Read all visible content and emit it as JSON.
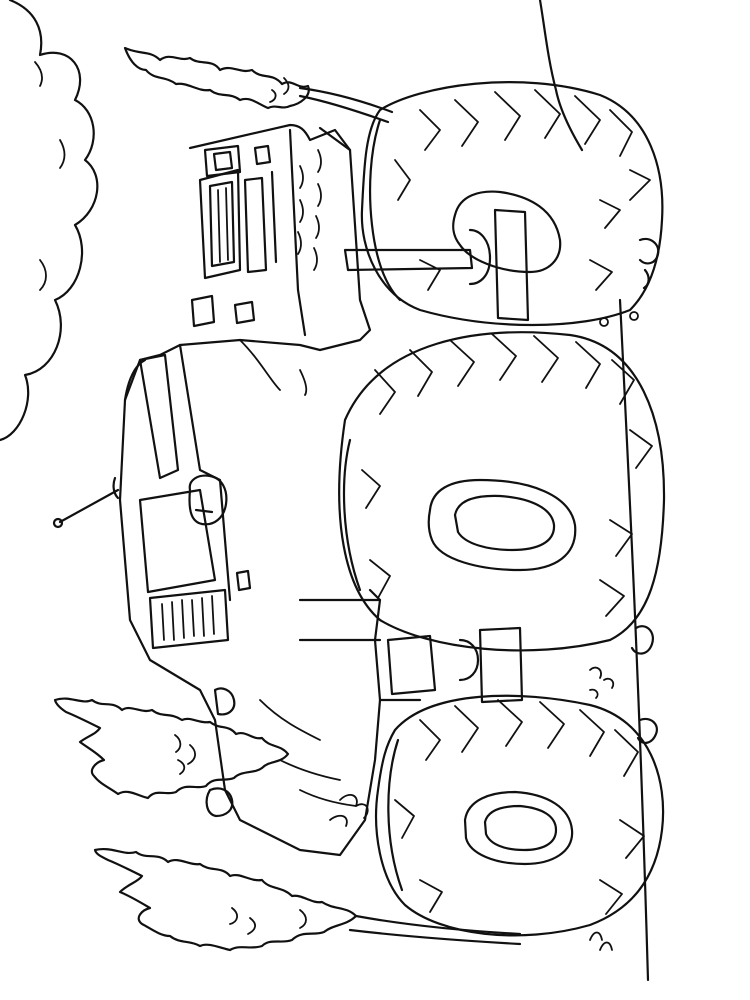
{
  "image": {
    "kind": "coloring-page",
    "subject": "monster-truck",
    "orientation": "rotated-90-clockwise",
    "palette": {
      "background": "#ffffff",
      "line": "#111111"
    }
  }
}
